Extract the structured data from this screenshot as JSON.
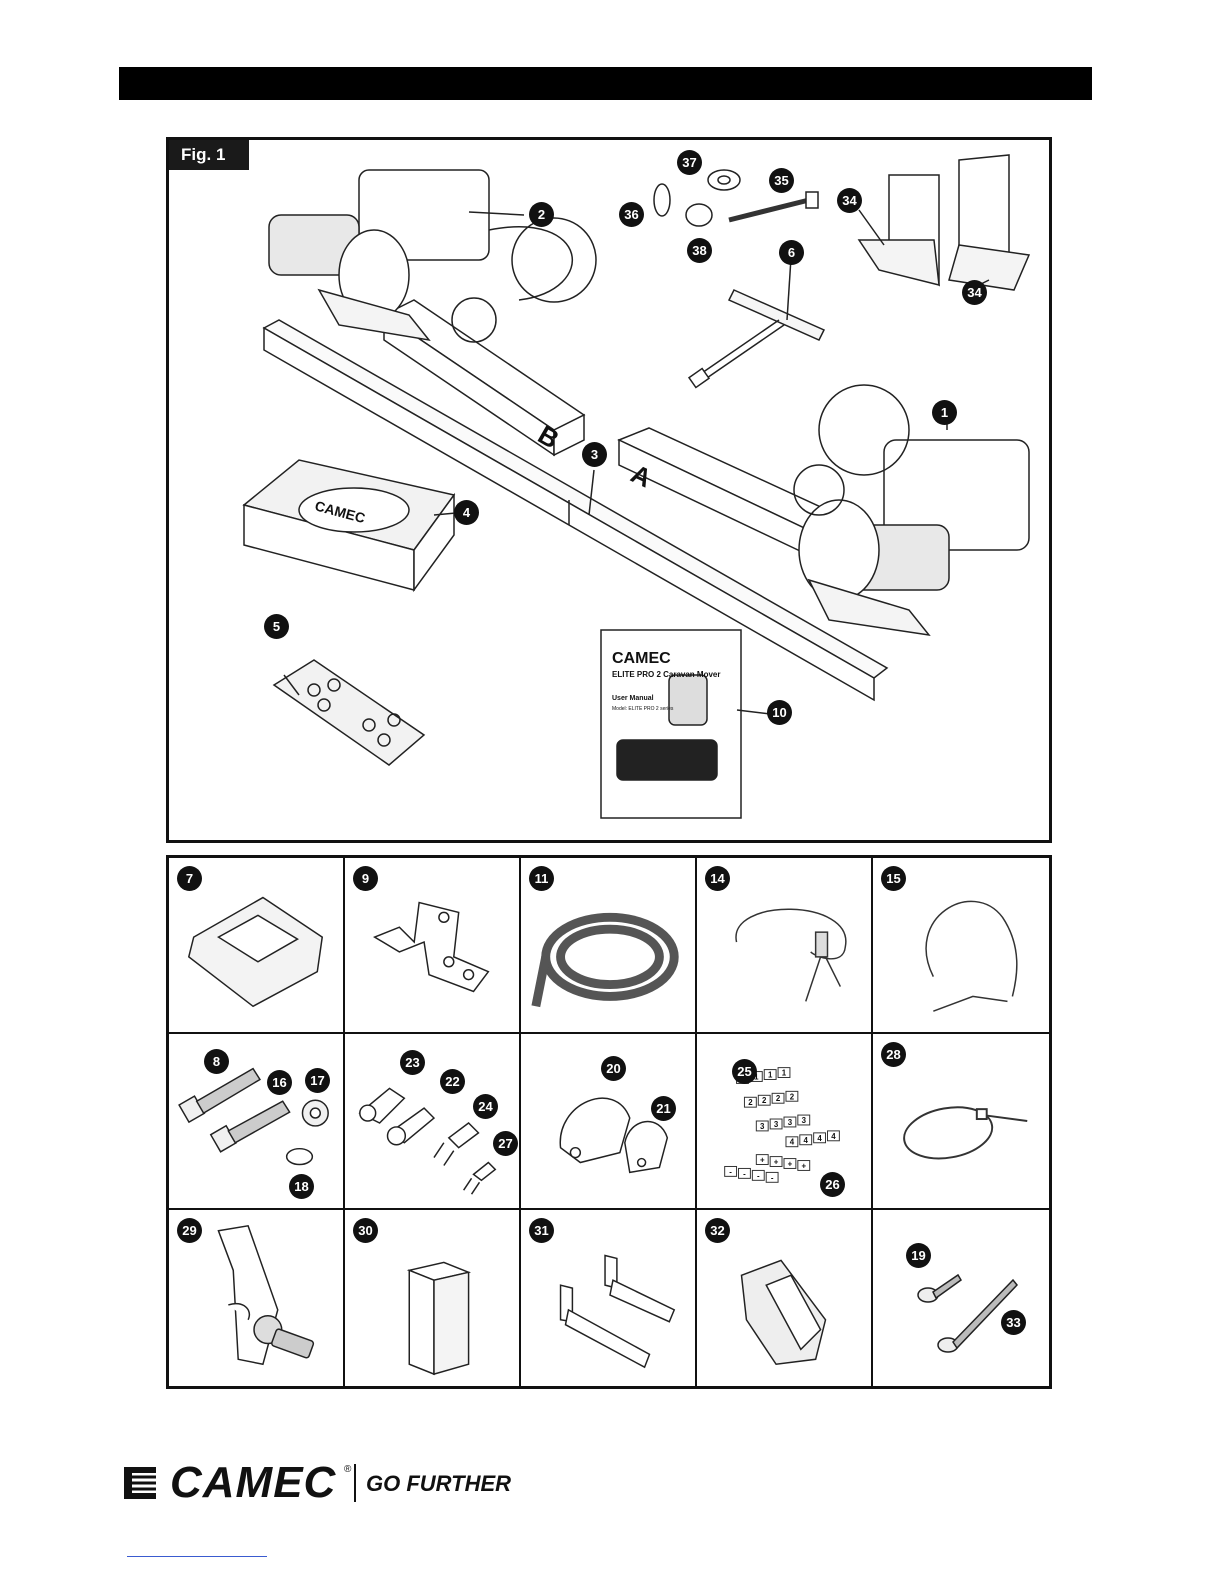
{
  "figure": {
    "label": "Fig. 1",
    "callouts": [
      "37",
      "35",
      "36",
      "38",
      "2",
      "34",
      "34",
      "6",
      "1",
      "3",
      "4",
      "5",
      "10"
    ],
    "main_texts": {
      "box_b_letter": "B",
      "box_a_letter": "A",
      "control_box_brand": "CAMEC",
      "manual_brand": "CAMEC",
      "manual_title": "ELITE PRO 2 Caravan Mover",
      "manual_subtitle": "User Manual",
      "manual_model": "Model: ELITE PRO 2 series"
    }
  },
  "parts_grid": {
    "cells": [
      {
        "numbers": [
          "7"
        ]
      },
      {
        "numbers": [
          "9"
        ]
      },
      {
        "numbers": [
          "11"
        ]
      },
      {
        "numbers": [
          "14"
        ]
      },
      {
        "numbers": [
          "15"
        ]
      },
      {
        "numbers": [
          "8",
          "16",
          "17",
          "18"
        ]
      },
      {
        "numbers": [
          "23",
          "22",
          "24",
          "27"
        ]
      },
      {
        "numbers": [
          "20",
          "21"
        ]
      },
      {
        "numbers": [
          "25",
          "26"
        ],
        "labels": [
          "1",
          "1",
          "1",
          "1",
          "2",
          "2",
          "2",
          "2",
          "3",
          "3",
          "3",
          "3",
          "4",
          "4",
          "4",
          "4",
          "+",
          "+",
          "+",
          "+",
          "-",
          "-",
          "-",
          "-"
        ]
      },
      {
        "numbers": [
          "28"
        ]
      },
      {
        "numbers": [
          "29"
        ]
      },
      {
        "numbers": [
          "30"
        ]
      },
      {
        "numbers": [
          "31"
        ]
      },
      {
        "numbers": [
          "32"
        ]
      },
      {
        "numbers": [
          "19",
          "33"
        ]
      }
    ]
  },
  "footer": {
    "brand": "CAMEC",
    "registered": "®",
    "tagline": "GO FURTHER"
  }
}
